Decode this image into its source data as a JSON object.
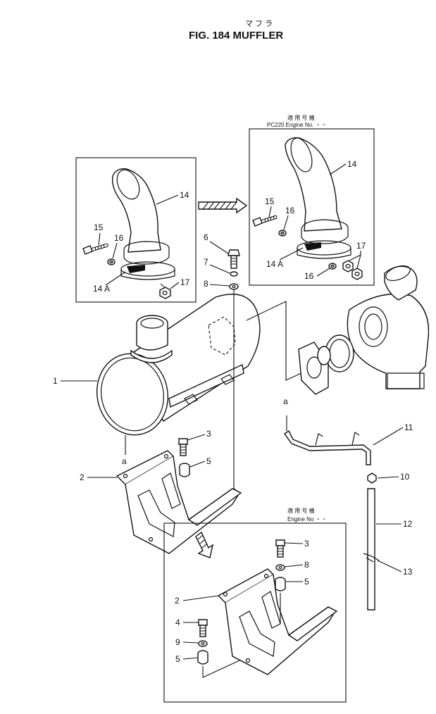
{
  "figure": {
    "kana": "マ フ ラ",
    "title": "FIG. 184  MUFFLER"
  },
  "notes": {
    "applicable_1": "適 用 号 機",
    "model_engine": "PC220   Engine No.    ・   ~",
    "applicable_2": "適 用 号 機",
    "engine_no": "Engine No       ・   ~"
  },
  "callouts": [
    {
      "id": "c-1",
      "text": "1"
    },
    {
      "id": "c-2",
      "text": "2"
    },
    {
      "id": "c-3",
      "text": "3"
    },
    {
      "id": "c-5",
      "text": "5"
    },
    {
      "id": "c-a1",
      "text": "a"
    },
    {
      "id": "c-6",
      "text": "6"
    },
    {
      "id": "c-7",
      "text": "7"
    },
    {
      "id": "c-8",
      "text": "8"
    },
    {
      "id": "c-14-left",
      "text": "14"
    },
    {
      "id": "c-15-left",
      "text": "15"
    },
    {
      "id": "c-16-left",
      "text": "16"
    },
    {
      "id": "c-14a-left",
      "text": "14 A"
    },
    {
      "id": "c-17-left",
      "text": "17"
    },
    {
      "id": "c-14-right",
      "text": "14"
    },
    {
      "id": "c-15-right",
      "text": "15"
    },
    {
      "id": "c-16-right-top",
      "text": "16"
    },
    {
      "id": "c-14a-right",
      "text": "14 A"
    },
    {
      "id": "c-16-right-bot",
      "text": "16"
    },
    {
      "id": "c-17-right",
      "text": "17"
    },
    {
      "id": "c-a2",
      "text": "a"
    },
    {
      "id": "c-10",
      "text": "10"
    },
    {
      "id": "c-12",
      "text": "12"
    },
    {
      "id": "c-11",
      "text": "11"
    },
    {
      "id": "c-13",
      "text": "13"
    },
    {
      "id": "c-3b",
      "text": "3"
    },
    {
      "id": "c-8b",
      "text": "8"
    },
    {
      "id": "c-5b",
      "text": "5"
    },
    {
      "id": "c-2b",
      "text": "2"
    },
    {
      "id": "c-4",
      "text": "4"
    },
    {
      "id": "c-9",
      "text": "9"
    },
    {
      "id": "c-5c",
      "text": "5"
    }
  ]
}
